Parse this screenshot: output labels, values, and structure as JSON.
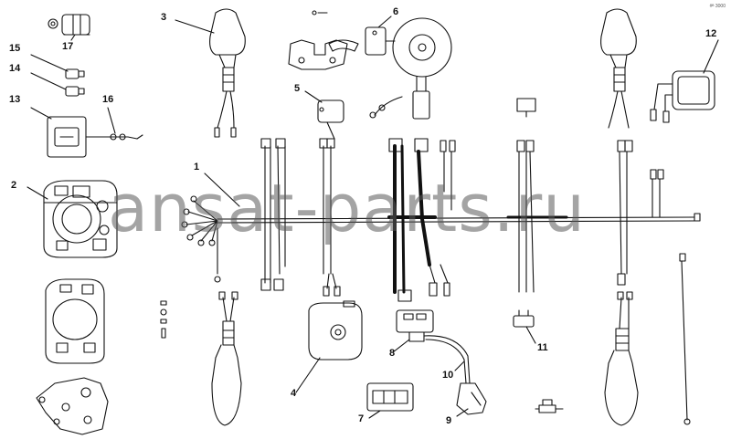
{
  "diagram": {
    "callouts": [
      {
        "id": "c1",
        "text": "1"
      },
      {
        "id": "c2",
        "text": "2"
      },
      {
        "id": "c3",
        "text": "3"
      },
      {
        "id": "c4",
        "text": "4"
      },
      {
        "id": "c5",
        "text": "5"
      },
      {
        "id": "c6",
        "text": "6"
      },
      {
        "id": "c7",
        "text": "7"
      },
      {
        "id": "c8",
        "text": "8"
      },
      {
        "id": "c9",
        "text": "9"
      },
      {
        "id": "c10",
        "text": "10"
      },
      {
        "id": "c11",
        "text": "11"
      },
      {
        "id": "c12",
        "text": "12"
      },
      {
        "id": "c13",
        "text": "13"
      },
      {
        "id": "c14",
        "text": "14"
      },
      {
        "id": "c15",
        "text": "15"
      },
      {
        "id": "c16",
        "text": "16"
      },
      {
        "id": "c17",
        "text": "17"
      }
    ],
    "corner_mark": "#ᴮ 3000"
  },
  "watermark": "ansat-parts.ru",
  "colors": {
    "line": "#111111",
    "watermark": "#5a5a5a"
  }
}
